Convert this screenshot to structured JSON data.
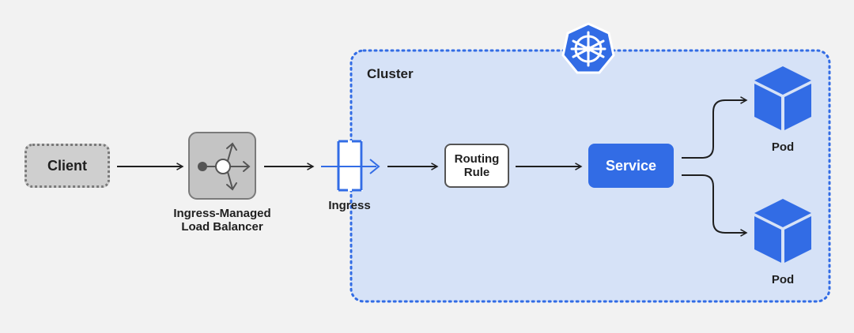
{
  "diagram": {
    "client_label": "Client",
    "load_balancer_label_line1": "Ingress-Managed",
    "load_balancer_label_line2": "Load Balancer",
    "ingress_label": "Ingress",
    "cluster_label": "Cluster",
    "routing_rule_line1": "Routing",
    "routing_rule_line2": "Rule",
    "service_label": "Service",
    "pods": [
      {
        "label": "Pod"
      },
      {
        "label": "Pod"
      }
    ]
  },
  "colors": {
    "background": "#f2f2f2",
    "cluster_fill": "#d6e2f7",
    "cluster_border": "#326ce5",
    "accent_blue": "#326ce5",
    "client_fill": "#cfcfcf",
    "load_balancer_fill": "#c4c4c4",
    "arrow": "#1f1f1f"
  },
  "icons": {
    "kubernetes": "kubernetes-helm-icon",
    "load_balancer": "load-balancer-icon",
    "pod": "cube-icon"
  }
}
